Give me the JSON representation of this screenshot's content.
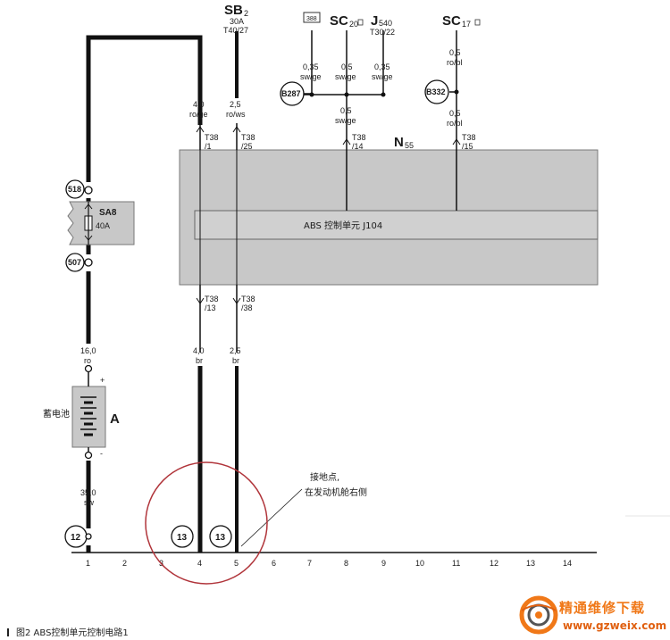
{
  "top_labels": {
    "sb_main": "SB",
    "sb_sub": "2",
    "sb_rating": "30A",
    "sb_terminal": "T40/27",
    "sc20_main": "SC",
    "sc20_sub": "20",
    "j540_main": "J",
    "j540_sub": "540",
    "j540_terminal": "T30/22",
    "sc17_main": "SC",
    "sc17_sub": "17"
  },
  "wire_specs": {
    "w4_top_size": "4,0",
    "w4_top_color": "ro/ge",
    "w5_top_size": "2,5",
    "w5_top_color": "ro/ws",
    "j_left_size": "0,35",
    "j_left_color": "sw/ge",
    "j_mid_size": "0,5",
    "j_mid_color": "sw/ge",
    "j_right_size": "0,35",
    "j_right_color": "sw/ge",
    "w8_size": "0,5",
    "w8_color": "sw/ge",
    "w11_top_size": "0,5",
    "w11_top_color": "ro/bl",
    "w11_size": "0,5",
    "w11_color": "ro/bl",
    "batt_pos_size": "16,0",
    "batt_pos_color": "ro",
    "batt_neg_size": "35,0",
    "batt_neg_color": "sw",
    "w4_bot_size": "4,0",
    "w4_bot_color": "br",
    "w5_bot_size": "2,5",
    "w5_bot_color": "br"
  },
  "connectors": {
    "w4_top": "T38",
    "w4_top_pin": "/1",
    "w5_top": "T38",
    "w5_top_pin": "/25",
    "w8_top": "T38",
    "w8_top_pin": "/14",
    "w11_top": "T38",
    "w11_top_pin": "/15",
    "w4_bot": "T38",
    "w4_bot_pin": "/13",
    "w5_bot": "T38",
    "w5_bot_pin": "/38"
  },
  "module": {
    "n_main": "N",
    "n_sub": "55",
    "label": "ABS 控制单元 J104"
  },
  "circle_tags": {
    "b287": "B287",
    "b332": "B332",
    "t518": "518",
    "t507": "507",
    "g12": "12",
    "g13a": "13",
    "g13b": "13"
  },
  "fuse": {
    "name": "SA8",
    "rating": "40A"
  },
  "battery": {
    "cn_label": "蓄电池",
    "letter": "A",
    "plus": "+",
    "minus": "-"
  },
  "annotation": {
    "line1": "接地点,",
    "line2": "在发动机舱右侧"
  },
  "axis_numbers": [
    "1",
    "2",
    "3",
    "4",
    "5",
    "6",
    "7",
    "8",
    "9",
    "10",
    "11",
    "12",
    "13",
    "14"
  ],
  "caption": "图2   ABS控制单元控制电路1",
  "watermark": {
    "cn": "精通维修下载",
    "url": "www.gzweix.com"
  },
  "colors": {
    "module_fill": "#c8c8c8",
    "highlight_circle": "#b0343a",
    "logo_orange": "#f07818"
  }
}
